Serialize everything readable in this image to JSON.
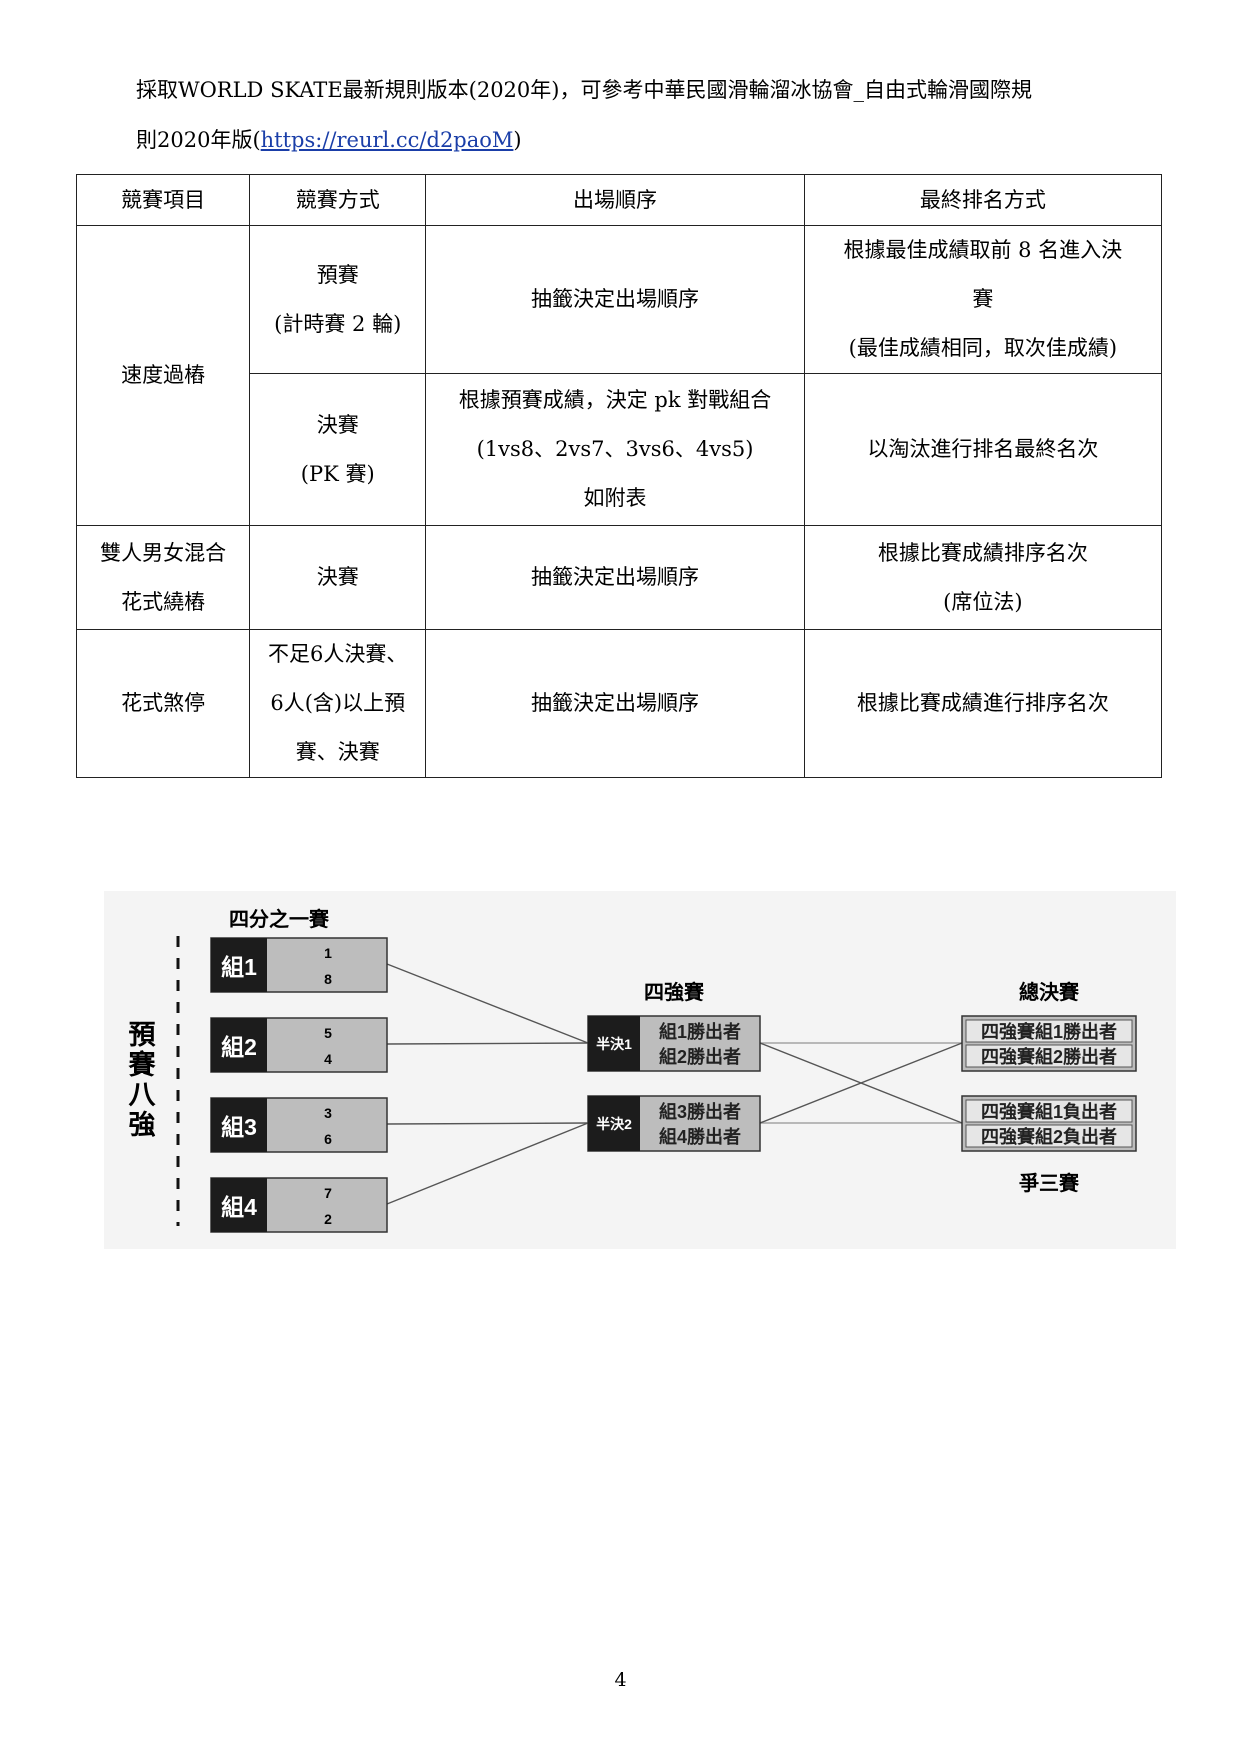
{
  "intro": {
    "line1": "採取WORLD SKATE最新規則版本(2020年)，可參考中華民國滑輪溜冰協會_自由式輪滑國際規",
    "line2_prefix": "則2020年版(",
    "link_text": "https://reurl.cc/d2paoM",
    "line2_suffix": ")"
  },
  "table": {
    "headers": [
      "競賽項目",
      "競賽方式",
      "出場順序",
      "最終排名方式"
    ],
    "speed": {
      "event": "速度過樁",
      "prelim": {
        "method_l1": "預賽",
        "method_l2": "(計時賽 2 輪)",
        "order": "抽籤決定出場順序",
        "ranking_l1": "根據最佳成績取前 8 名進入決",
        "ranking_l2": "賽",
        "ranking_l3": "(最佳成績相同，取次佳成績)"
      },
      "final": {
        "method_l1": "決賽",
        "method_l2": "(PK 賽)",
        "order_l1": "根據預賽成績，決定 pk 對戰組合",
        "order_l2": "(1vs8、2vs7、3vs6、4vs5)",
        "order_l3": "如附表",
        "ranking": "以淘汰進行排名最終名次"
      }
    },
    "pairs": {
      "event_l1": "雙人男女混合",
      "event_l2": "花式繞樁",
      "method": "決賽",
      "order": "抽籤決定出場順序",
      "ranking_l1": "根據比賽成績排序名次",
      "ranking_l2": "(席位法)"
    },
    "slide": {
      "event": "花式煞停",
      "method_l1": "不足6人決賽、",
      "method_l2": "6人(含)以上預",
      "method_l3": "賽、決賽",
      "order": "抽籤決定出場順序",
      "ranking": "根據比賽成績進行排序名次"
    }
  },
  "bracket": {
    "side_label": [
      "預",
      "賽",
      "八",
      "強"
    ],
    "quarter_title": "四分之一賽",
    "semi_title": "四強賽",
    "final_title": "總決賽",
    "third_place_title": "爭三賽",
    "groups": [
      {
        "label": "組1",
        "seeds": [
          "1",
          "8"
        ]
      },
      {
        "label": "組2",
        "seeds": [
          "5",
          "4"
        ]
      },
      {
        "label": "組3",
        "seeds": [
          "3",
          "6"
        ]
      },
      {
        "label": "組4",
        "seeds": [
          "7",
          "2"
        ]
      }
    ],
    "semis": [
      {
        "label": "半決1",
        "lines": [
          "組1勝出者",
          "組2勝出者"
        ]
      },
      {
        "label": "半決2",
        "lines": [
          "組3勝出者",
          "組4勝出者"
        ]
      }
    ],
    "final_lines": [
      "四強賽組1勝出者",
      "四強賽組2勝出者"
    ],
    "third_lines": [
      "四強賽組1負出者",
      "四強賽組2負出者"
    ],
    "colors": {
      "dark": "#1c1c1c",
      "gray": "#bdbdbd",
      "light": "#f2f2f2",
      "line": "#555555"
    }
  },
  "page_number": "4"
}
